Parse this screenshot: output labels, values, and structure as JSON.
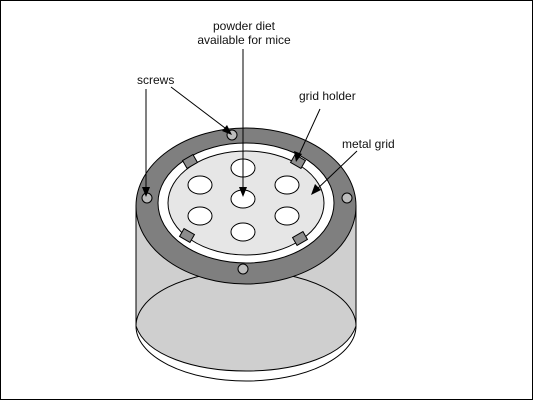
{
  "labels": {
    "top_line1": "powder diet",
    "top_line2": "available for mice",
    "screws": "screws",
    "grid_holder": "grid holder",
    "metal_grid": "metal grid"
  },
  "colors": {
    "outline": "#000000",
    "side_fill": "#cfcfcf",
    "top_ring": "#7f7f7f",
    "inner_ring": "#ffffff",
    "grid_fill": "#e6e6e6",
    "hole_fill": "#ffffff",
    "holder_fill": "#8c8c8c",
    "screw_fill": "#bdbdbd"
  }
}
